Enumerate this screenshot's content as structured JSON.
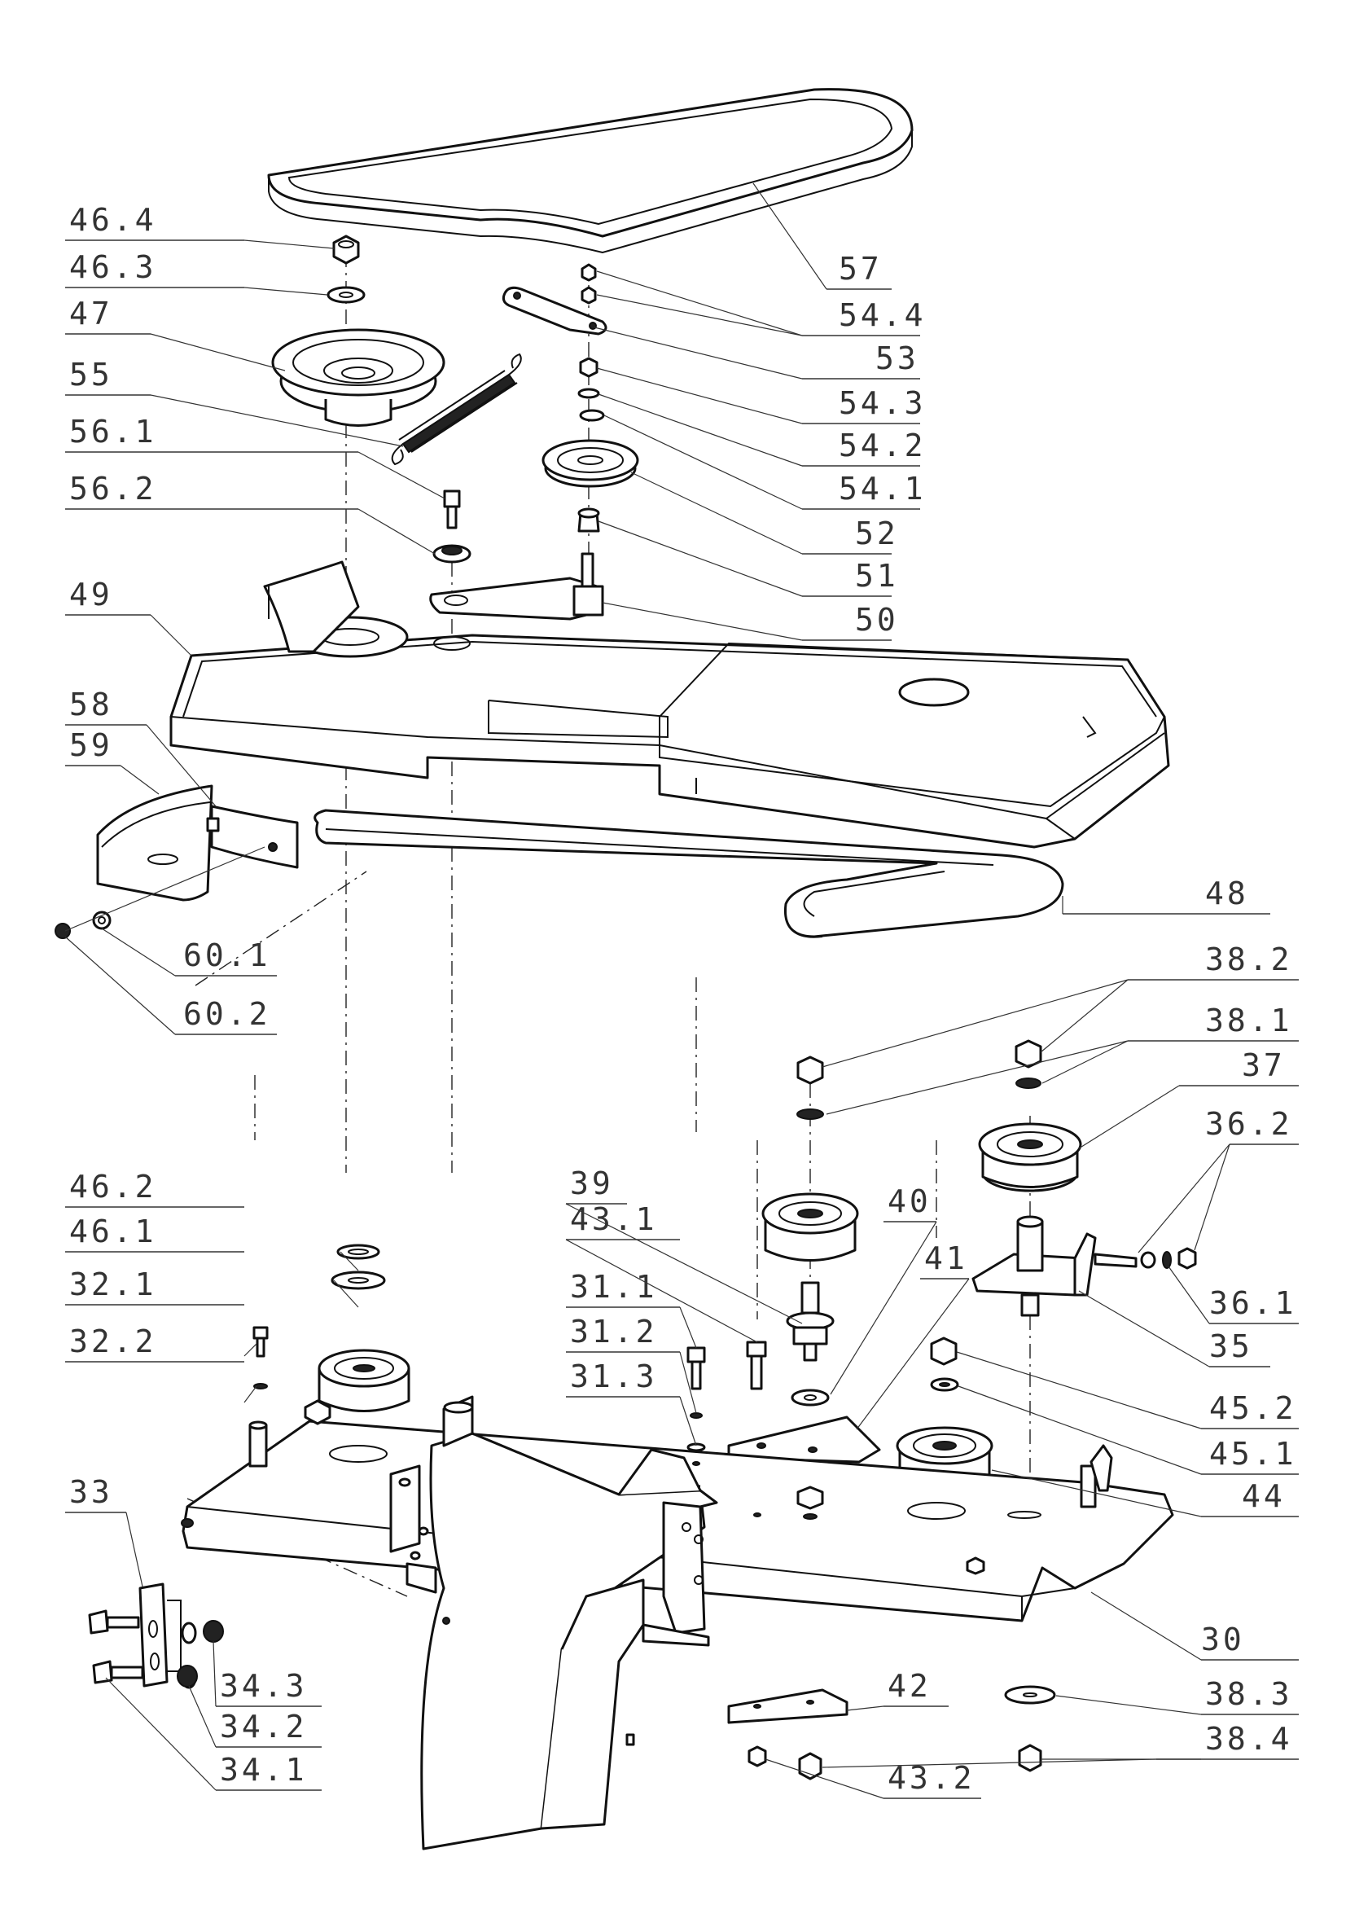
{
  "labels": {
    "l46_4": "46.4",
    "l46_3": "46.3",
    "l47": "47",
    "l55": "55",
    "l56_1": "56.1",
    "l56_2": "56.2",
    "l49": "49",
    "l58": "58",
    "l59": "59",
    "l60_1": "60.1",
    "l60_2": "60.2",
    "l57": "57",
    "l54_4": "54.4",
    "l53": "53",
    "l54_3": "54.3",
    "l54_2": "54.2",
    "l54_1": "54.1",
    "l52": "52",
    "l51": "51",
    "l50": "50",
    "l48": "48",
    "l38_2": "38.2",
    "l38_1": "38.1",
    "l37": "37",
    "l36_2": "36.2",
    "l36_1": "36.1",
    "l35": "35",
    "l45_2": "45.2",
    "l45_1": "45.1",
    "l44": "44",
    "l30": "30",
    "l38_3": "38.3",
    "l38_4": "38.4",
    "l42": "42",
    "l43_2": "43.2",
    "l46_2": "46.2",
    "l46_1": "46.1",
    "l32_1": "32.1",
    "l32_2": "32.2",
    "l33": "33",
    "l34_3": "34.3",
    "l34_2": "34.2",
    "l34_1": "34.1",
    "l39": "39",
    "l43_1": "43.1",
    "l40": "40",
    "l41": "41",
    "l31_1": "31.1",
    "l31_2": "31.2",
    "l31_3": "31.3"
  }
}
